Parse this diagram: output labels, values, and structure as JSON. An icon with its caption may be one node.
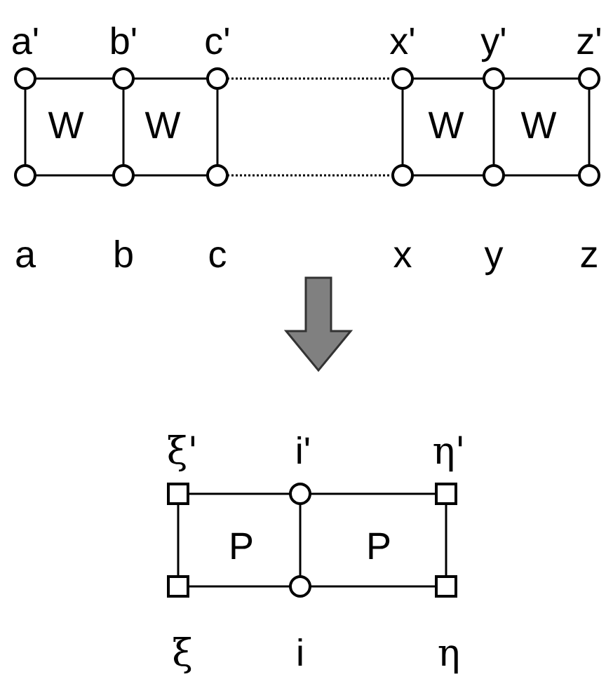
{
  "diagram": {
    "nodes": [
      {
        "text": [],
        "shape": "circle",
        "beside": [
          "a'"
        ]
      },
      {
        "text": [],
        "shape": "circle",
        "beside": [
          "b'"
        ]
      },
      {
        "text": [],
        "shape": "circle",
        "beside": [
          "c'"
        ]
      },
      {
        "text": [],
        "shape": "circle",
        "beside": [
          "x'"
        ]
      },
      {
        "text": [],
        "shape": "circle",
        "beside": [
          "y'"
        ]
      },
      {
        "text": [],
        "shape": "circle",
        "beside": [
          "z'"
        ]
      },
      {
        "text": [],
        "shape": "circle",
        "beside": [
          "a"
        ]
      },
      {
        "text": [],
        "shape": "circle",
        "beside": [
          "b"
        ]
      },
      {
        "text": [],
        "shape": "circle",
        "beside": [
          "c"
        ]
      },
      {
        "text": [],
        "shape": "circle",
        "beside": [
          "x"
        ]
      },
      {
        "text": [],
        "shape": "circle",
        "beside": [
          "y"
        ]
      },
      {
        "text": [],
        "shape": "circle",
        "beside": [
          "z"
        ]
      },
      {
        "text": [],
        "shape": "box",
        "beside": [
          "ξ'"
        ]
      },
      {
        "text": [],
        "shape": "circle",
        "beside": [
          "i'"
        ]
      },
      {
        "text": [],
        "shape": "box",
        "beside": [
          "η'"
        ]
      },
      {
        "text": [],
        "shape": "box",
        "beside": [
          "ξ"
        ]
      },
      {
        "text": [],
        "shape": "circle",
        "beside": [
          "i"
        ]
      },
      {
        "text": [],
        "shape": "box",
        "beside": [
          "η"
        ]
      }
    ],
    "edges": [
      {
        "from": 0,
        "to": 1,
        "arrow": "none"
      },
      {
        "from": 1,
        "to": 2,
        "arrow": "none"
      },
      {
        "from": 2,
        "to": 3,
        "arrow": "none",
        "style": "dashed"
      },
      {
        "from": 3,
        "to": 4,
        "arrow": "none"
      },
      {
        "from": 4,
        "to": 5,
        "arrow": "none"
      },
      {
        "from": 6,
        "to": 7,
        "arrow": "none"
      },
      {
        "from": 7,
        "to": 8,
        "arrow": "none"
      },
      {
        "from": 8,
        "to": 9,
        "arrow": "none",
        "style": "dashed"
      },
      {
        "from": 9,
        "to": 10,
        "arrow": "none"
      },
      {
        "from": 10,
        "to": 11,
        "arrow": "none"
      },
      {
        "from": 0,
        "to": 6,
        "arrow": "none"
      },
      {
        "from": 1,
        "to": 7,
        "arrow": "none"
      },
      {
        "from": 2,
        "to": 8,
        "arrow": "none"
      },
      {
        "from": 3,
        "to": 9,
        "arrow": "none"
      },
      {
        "from": 4,
        "to": 10,
        "arrow": "none"
      },
      {
        "from": 5,
        "to": 11,
        "arrow": "none"
      },
      {
        "from": 12,
        "to": 13,
        "arrow": "none"
      },
      {
        "from": 13,
        "to": 14,
        "arrow": "none"
      },
      {
        "from": 15,
        "to": 16,
        "arrow": "none"
      },
      {
        "from": 16,
        "to": 17,
        "arrow": "none"
      },
      {
        "from": 12,
        "to": 15,
        "arrow": "none"
      },
      {
        "from": 13,
        "to": 16,
        "arrow": "none"
      },
      {
        "from": 14,
        "to": 17,
        "arrow": "none"
      }
    ],
    "labels": [
      "W",
      "W",
      "W",
      "W",
      "P",
      "P"
    ]
  }
}
